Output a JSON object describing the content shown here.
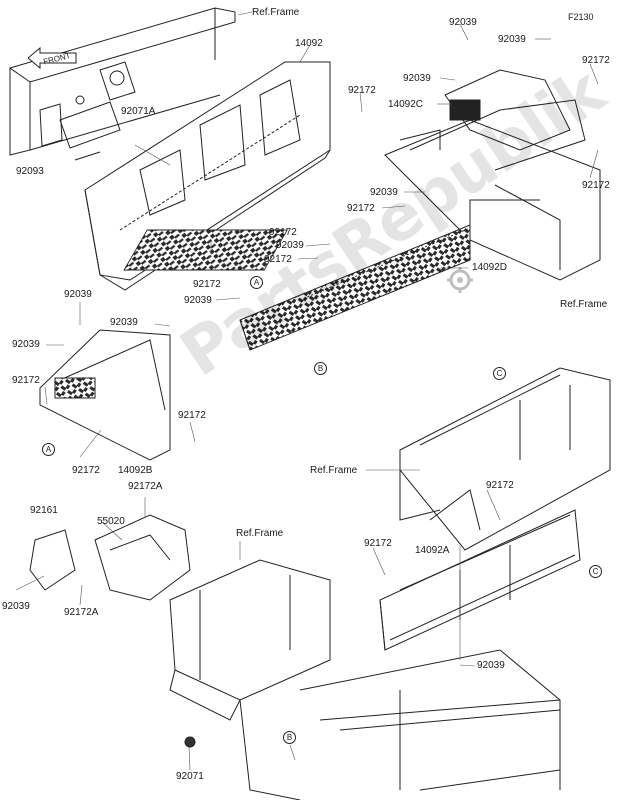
{
  "diagram_code": "F2130",
  "front_label": "FRONT",
  "watermark": "PartsRepublik",
  "callouts": {
    "ref_frame_1": "Ref.Frame",
    "ref_frame_2": "Ref.Frame",
    "ref_frame_3": "Ref.Frame",
    "ref_frame_4": "Ref.Frame",
    "p14092": "14092",
    "p92172_a": "92172",
    "p92071a": "92071A",
    "p92093": "92093",
    "p92039_top1": "92039",
    "p92039_top2": "92039",
    "p92172_tr": "92172",
    "p92039_tr3": "92039",
    "p14092c": "14092C",
    "p92172_tr2": "92172",
    "p92039_mid": "92039",
    "p92172_mid": "92172",
    "p92172_mid2": "92172",
    "p92039_mid2": "92039",
    "p92172_mid3": "92172",
    "p14092d": "14092D",
    "p92172_left": "92172",
    "p92039_left": "92039",
    "p92039_l1": "92039",
    "p92039_l2": "92039",
    "p92039_l3": "92039",
    "p92172_l4": "92172",
    "p92172_l5": "92172",
    "p92172_l6": "92172",
    "p14092b": "14092B",
    "p92172a_1": "92172A",
    "p92161": "92161",
    "p55020": "55020",
    "p92039_bl": "92039",
    "p92172a_2": "92172A",
    "p92071": "92071",
    "p92172_r1": "92172",
    "p92172_r2": "92172",
    "p14092a": "14092A",
    "p92039_r": "92039"
  },
  "markers": {
    "a1": "A",
    "a2": "A",
    "b1": "B",
    "b2": "B",
    "c1": "C",
    "c2": "C"
  }
}
